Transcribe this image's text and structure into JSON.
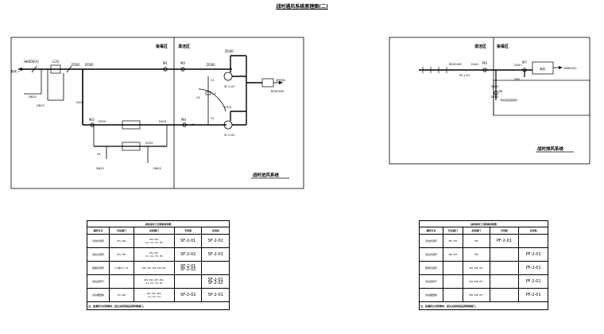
{
  "page_title": "战时通风系统原理图(二)",
  "left_diagram": {
    "zone_dirty": "染毒区",
    "zone_clean": "清洁区",
    "system_name": "战时进风系统",
    "labels": {
      "inlet_size": "HK600(5)",
      "inlet_arrow": "新风 →",
      "lcq": "LCQ",
      "d560a": "D560",
      "d560b": "D560",
      "d560c": "D560",
      "d560d": "D560",
      "d315a": "D315",
      "d315b": "D315",
      "d315c": "D315",
      "d315d": "D315",
      "d315e": "D315",
      "dn15a": "DN15",
      "dn15b": "DN15",
      "dn15c": "DN15",
      "dn32": "DN32",
      "m1": "M1",
      "m2": "M2",
      "m3": "M3",
      "m4": "M4",
      "c1": "C1",
      "c2": "C2",
      "c3": "C3",
      "c4": "C4",
      "c5": "C5",
      "h1": "H1",
      "sf1": "SF-2-01",
      "sf2": "SF-2-02",
      "outlet": "BG00400",
      "outlet_note": "送至室内"
    }
  },
  "right_diagram": {
    "zone_clean": "清洁区",
    "zone_dirty": "染毒区",
    "system_name": "战时排风系统",
    "labels": {
      "bg": "BG00400",
      "d441a": "D441",
      "d441b": "D441",
      "m5": "M5",
      "m6": "M6",
      "m7": "M7",
      "pf1": "PF-2-01",
      "d200a": "D200",
      "d200b": "D200",
      "box": "风机",
      "outlet": "HK600(5)",
      "wall_note": "防化值班室排风",
      "dpl": "DP5"
    }
  },
  "left_table": {
    "caption": "战时进风工况转换说明表",
    "headers": [
      "通风方式",
      "开启阀门",
      "关闭阀门",
      "开风机",
      "关风机"
    ],
    "rows": [
      [
        "清洁式通风",
        "M1, M2",
        "M3, M4,\nC1, C2, C3, H1",
        "SF-2-01",
        "SF-2-02"
      ],
      [
        "滤毒式通风",
        "M3, M4",
        "M1, M2,\nC1, C2, C3, H1",
        "SF-2-02",
        "SF-2-01"
      ],
      [
        "隔绝式通风",
        "C1或C2, C3",
        "M1, M2, M3, M4, H1",
        "SF-2-01\nSF-2-02",
        ""
      ],
      [
        "滤毒室换气",
        "",
        "M1, M2, M3, M4,\nC1, C2, C3, H1",
        "",
        "SF-2-01\nSF-2-02"
      ],
      [
        "滤毒器更换",
        "H1, M4",
        "M1, M2, M3,\nC1, C2, C3",
        "SF-2-02",
        "SF-2-01"
      ]
    ],
    "note": "注：各通风方式转换时，应先关闭风机后再转换阀门。"
  },
  "right_table": {
    "caption": "战时排风工况转换说明表",
    "headers": [
      "通风方式",
      "开启阀门",
      "关闭阀门",
      "开风机",
      "关风机"
    ],
    "rows": [
      [
        "清洁式通风",
        "M5, M7",
        "M6",
        "PF-2-01",
        ""
      ],
      [
        "滤毒式通风",
        "M6, M7",
        "M5",
        "",
        "PF-2-01"
      ],
      [
        "隔绝式通风",
        "",
        "M5, M6, M7",
        "",
        "PF-2-01"
      ],
      [
        "滤毒室换气",
        "",
        "M5, M6, M7",
        "",
        "PF-2-01"
      ],
      [
        "滤毒器更换",
        "",
        "M5, M6, M7",
        "",
        "PF-2-01"
      ]
    ],
    "note": "注：各通风方式转换时，应先关闭风机后再转换阀门。"
  }
}
